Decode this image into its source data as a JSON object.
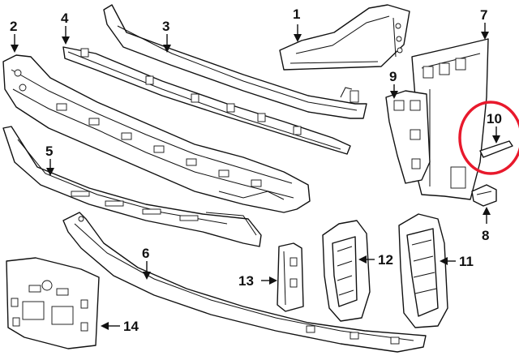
{
  "colors": {
    "line": "#111111",
    "background": "#ffffff",
    "highlight": "#e8192c"
  },
  "callouts": {
    "c1": "1",
    "c2": "2",
    "c3": "3",
    "c4": "4",
    "c5": "5",
    "c6": "6",
    "c7": "7",
    "c8": "8",
    "c9": "9",
    "c10": "10",
    "c11": "11",
    "c12": "12",
    "c13": "13",
    "c14": "14"
  },
  "highlighted_callout": "10"
}
